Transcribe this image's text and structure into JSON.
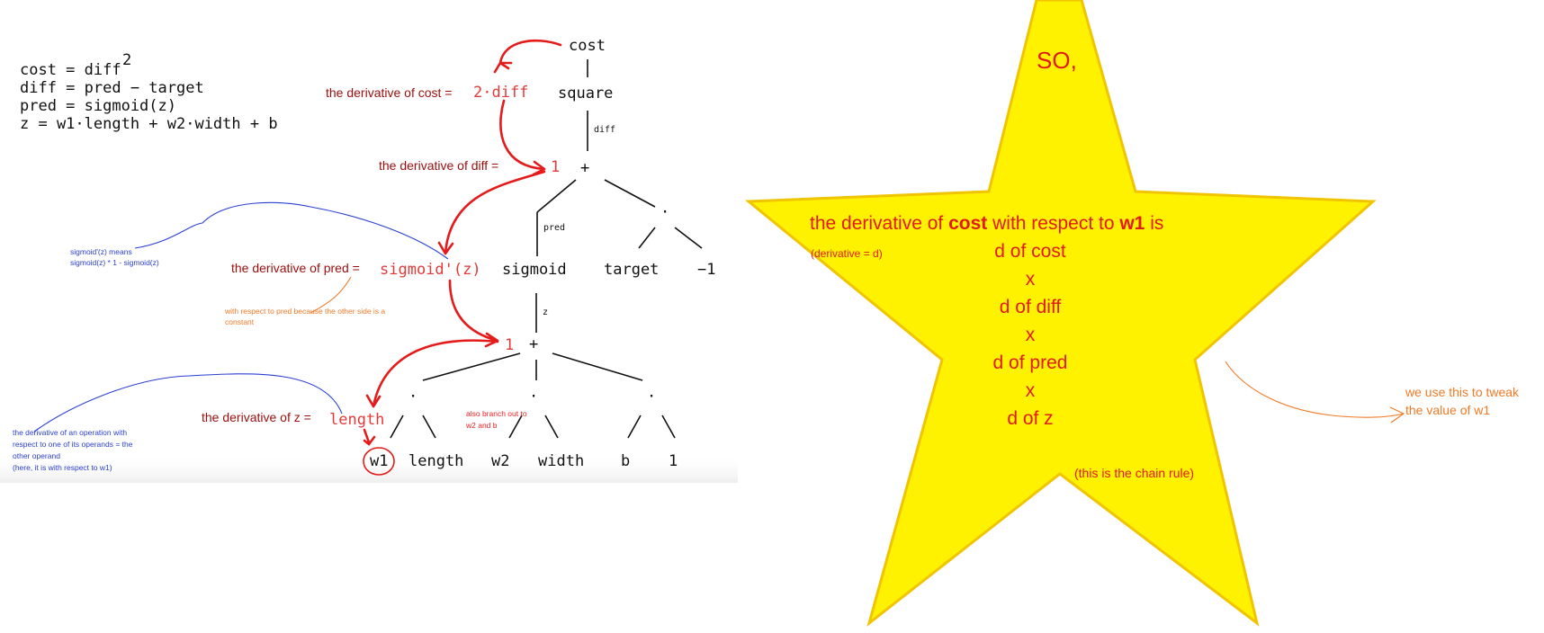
{
  "equations": {
    "cost": "cost = diff",
    "cost_exp": "2",
    "diff": "diff = pred − target",
    "pred": "pred = sigmoid(z)",
    "z": "z    = w1·length + w2·width + b"
  },
  "graph": {
    "nodes": {
      "cost": "cost",
      "square": "square",
      "plus_top": "+",
      "dot_neg": "·",
      "sigmoid": "sigmoid",
      "target": "target",
      "neg_one": "−1",
      "plus_z": "+",
      "dot_a": "·",
      "dot_b": "·",
      "dot_c": "·",
      "w1": "w1",
      "length": "length",
      "w2": "w2",
      "width": "width",
      "b": "b",
      "one": "1"
    },
    "edge_labels": {
      "diff": "diff",
      "pred": "pred",
      "z": "z"
    }
  },
  "annotations": {
    "d_cost_label": "the derivative of cost =",
    "d_cost_value": "2·diff",
    "d_diff_label": "the derivative of diff =",
    "d_diff_value": "1",
    "d_pred_label": "the derivative of pred =",
    "d_pred_value": "sigmoid'(z)",
    "d_plus_value": "1",
    "d_z_label": "the derivative of z =",
    "d_z_value": "length",
    "sigmoid_note_1": "sigmoid'(z) means",
    "sigmoid_note_2": "sigmoid(z) * 1 - sigmoid(z)",
    "respect_note_1": "with respect to pred because the other side is a",
    "respect_note_2": "constant",
    "branch_note_1": "also branch out to",
    "branch_note_2": "w2 and b",
    "operand_note_1": "the derivative of an operation with",
    "operand_note_2": "respect to one of its operands = the",
    "operand_note_3": "other operand",
    "operand_note_4": "(here, it is with respect to w1)"
  },
  "star": {
    "so": "SO,",
    "line1_pre": "the derivative of ",
    "line1_cost": "cost",
    "line1_mid": " with respect to ",
    "line1_w1": "w1",
    "line1_post": " is",
    "deriv_note": "(derivative = d)",
    "items": [
      "d of cost",
      "x",
      "d of diff",
      "x",
      "d of pred",
      "x",
      "d of z"
    ],
    "chain_rule": "(this is the chain rule)",
    "fill_color": "#fff200",
    "stroke_color": "#f0c400"
  },
  "tweak_note_1": "we use this to tweak",
  "tweak_note_2": "the value of w1"
}
